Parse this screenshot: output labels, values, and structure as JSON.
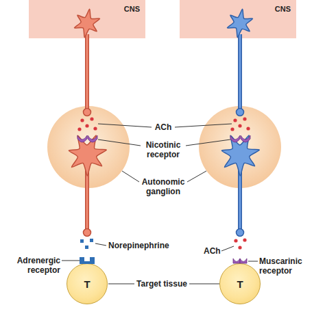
{
  "diagram": {
    "nodes": [
      {
        "text": [
          "CNS"
        ]
      },
      {
        "text": [
          "CNS"
        ]
      },
      {
        "text": [
          "T"
        ]
      },
      {
        "text": [
          "T"
        ]
      }
    ],
    "labels": [
      "ACh",
      "Nicotinic receptor",
      "Autonomic ganglion",
      "Norepinephrine",
      "Adrenergic receptor",
      "ACh",
      "Muscarinic receptor",
      "Target tissue"
    ]
  }
}
